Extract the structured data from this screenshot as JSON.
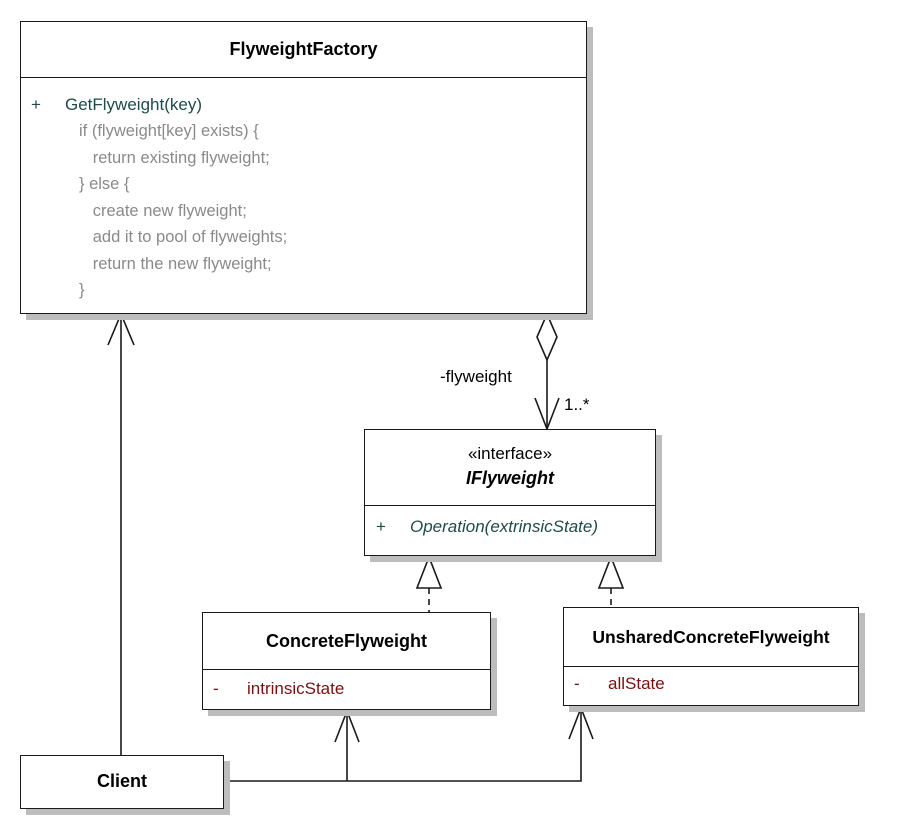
{
  "colors": {
    "line": "#1a1a1a",
    "shadow": "#bdbdbd",
    "operation_text": "#1f4a4a",
    "attribute_text": "#7a1010",
    "code_text": "#8a8a8a"
  },
  "factory": {
    "name": "FlyweightFactory",
    "operation": {
      "visibility": "+",
      "signature": "GetFlyweight(key)"
    },
    "code_lines": [
      "if (flyweight[key] exists) {",
      "   return existing flyweight;",
      "} else {",
      "   create new flyweight;",
      "   add it to pool of flyweights;",
      "   return the new flyweight;",
      "}"
    ]
  },
  "iflyweight": {
    "stereotype": "«interface»",
    "name": "IFlyweight",
    "operation": {
      "visibility": "+",
      "signature": "Operation(extrinsicState)"
    }
  },
  "concrete": {
    "name": "ConcreteFlyweight",
    "attribute": {
      "visibility": "-",
      "name": "intrinsicState"
    }
  },
  "unshared": {
    "name": "UnsharedConcreteFlyweight",
    "attribute": {
      "visibility": "-",
      "name": "allState"
    }
  },
  "client": {
    "name": "Client"
  },
  "association": {
    "role": "-flyweight",
    "multiplicity": "1..*"
  }
}
